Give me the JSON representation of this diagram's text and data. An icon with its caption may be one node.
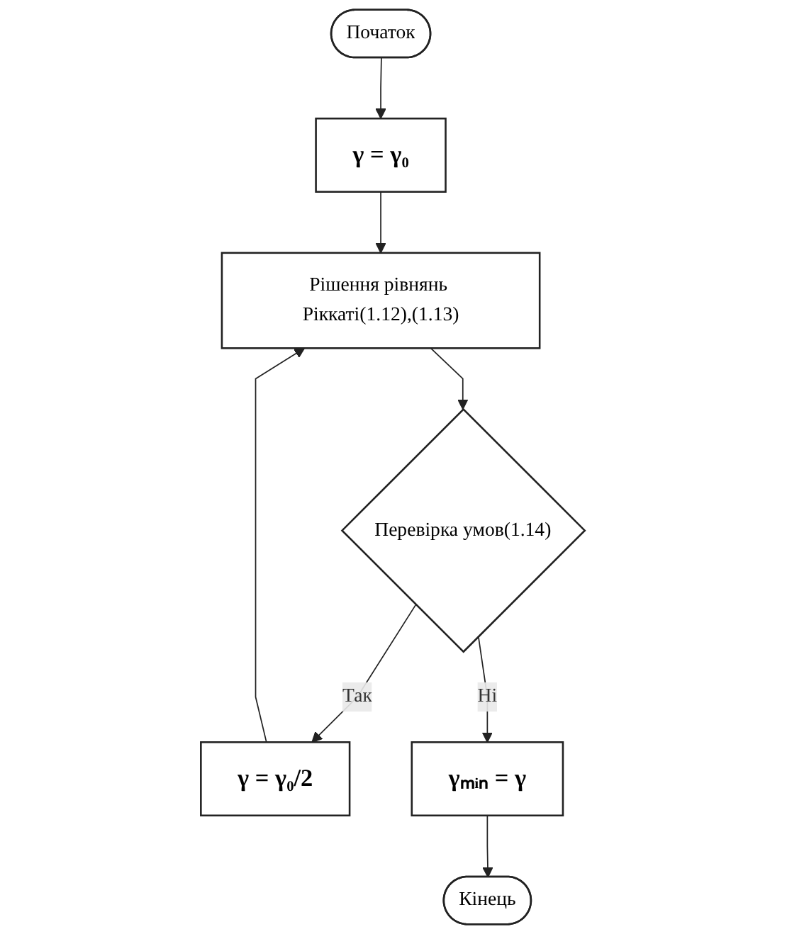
{
  "diagram": {
    "nodes": [
      {
        "text": [
          "Початок"
        ]
      },
      {
        "text": [
          "γ = γ₀"
        ]
      },
      {
        "text": [
          "Рішення рівнянь Ріккаті(1.12),(1.13)"
        ]
      },
      {
        "text": [
          "Перевірка умов(1.14)"
        ]
      },
      {
        "text": [
          "γ = γ₀/2"
        ]
      },
      {
        "text": [
          "γₘᵢₙ = γ"
        ]
      },
      {
        "text": [
          "Кінець"
        ]
      }
    ],
    "edges": [
      {
        "from": 0,
        "to": 1,
        "arrow": "to"
      },
      {
        "from": 1,
        "to": 2,
        "arrow": "to"
      },
      {
        "from": 2,
        "to": 3,
        "arrow": "to"
      },
      {
        "from": 3,
        "to": 4,
        "label": "Так",
        "arrow": "to"
      },
      {
        "from": 4,
        "to": 2,
        "arrow": "to"
      },
      {
        "from": 3,
        "to": 5,
        "label": "Ні",
        "arrow": "to"
      },
      {
        "from": 5,
        "to": 6,
        "arrow": "to"
      }
    ]
  }
}
